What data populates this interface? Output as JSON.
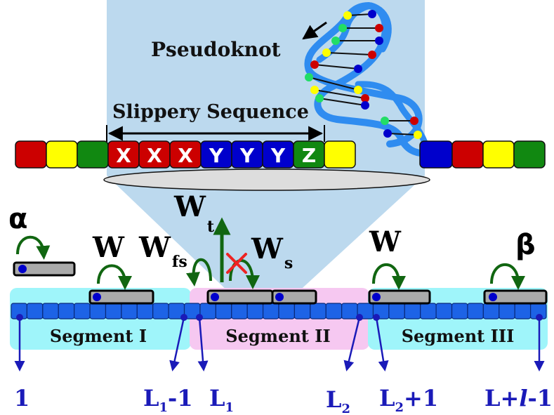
{
  "labels": {
    "pseudoknot": "Pseudoknot",
    "slippery": "Slippery Sequence"
  },
  "slippery_letters": [
    "X",
    "X",
    "X",
    "Y",
    "Y",
    "Y",
    "Z"
  ],
  "rates": {
    "alpha": "α",
    "beta": "β",
    "w_left": "W",
    "w_right": "W",
    "w_fs_main": "W",
    "w_fs_sub": "fs",
    "w_t_main": "W",
    "w_t_sub": "t",
    "w_s_main": "W",
    "w_s_sub": "s"
  },
  "segments": [
    "Segment I",
    "Segment II",
    "Segment III"
  ],
  "positions": {
    "p1": "1",
    "l1m1_main": "L",
    "l1m1_sub": "1",
    "l1m1_tail": "-1",
    "l1_main": "L",
    "l1_sub": "1",
    "l2_main": "L",
    "l2_sub": "2",
    "l2p1_main": "L",
    "l2p1_sub": "2",
    "l2p1_tail": "+1",
    "end_main": "L+",
    "end_ell": "l",
    "end_tail": "-1"
  },
  "colors": {
    "red": "#cc0000",
    "yellow": "#ffff00",
    "green": "#118811",
    "blue": "#0000cc",
    "helix": "#2f8cf0",
    "funnel": "#bcd9ee",
    "seg1": "#9ff5fa",
    "seg2": "#f6c8f1",
    "seg3": "#9ff5fa",
    "lattice": "#1d63e6",
    "arrow_green": "#116611",
    "position_blue": "#1a1ab8"
  }
}
